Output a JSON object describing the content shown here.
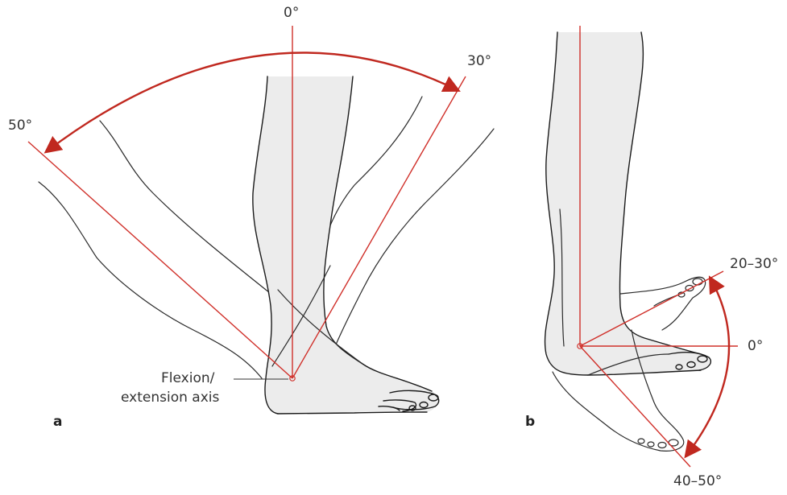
{
  "panel_a": {
    "label": "a",
    "angle_neutral": "0°",
    "angle_dorsiflexion": "30°",
    "angle_plantarflexion": "50°",
    "axis_label_line1": "Flexion/",
    "axis_label_line2": "extension axis"
  },
  "panel_b": {
    "label": "b",
    "angle_upper": "20–30°",
    "angle_neutral": "0°",
    "angle_lower": "40–50°"
  },
  "colors": {
    "axis_red": "#d0302a",
    "arrow_red": "#c0281f",
    "skin_gray": "#ececec",
    "outline": "#1a1a1a"
  }
}
